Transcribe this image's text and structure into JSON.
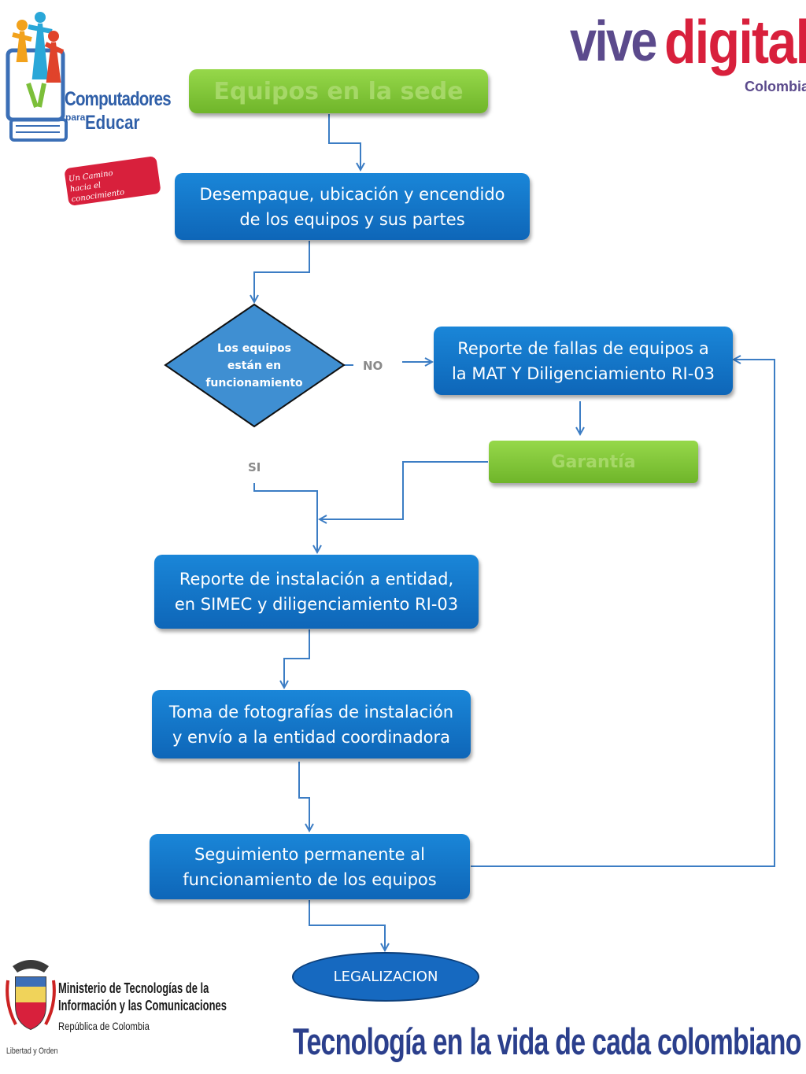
{
  "logos": {
    "cpe_line1": "Computadores",
    "cpe_para": "para",
    "cpe_line2": "Educar",
    "cpe_slogan_1": "Un Camino",
    "cpe_slogan_2": "hacia el conocimiento",
    "vive": "vive",
    "digital": "digital",
    "colombia": "Colombia",
    "ministerio_1": "Ministerio de Tecnologías de la",
    "ministerio_2": "Información y las Comunicaciones",
    "ministerio_3": "República de Colombia",
    "libertad": "Libertad y Orden",
    "slogan": "Tecnología en la vida de cada colombiano"
  },
  "flow": {
    "start": "Equipos en la sede",
    "unpack_1": "Desempaque, ubicación y encendido",
    "unpack_2": "de los equipos y sus partes",
    "decision_1": "Los equipos",
    "decision_2": "están en",
    "decision_3": "funcionamiento",
    "no_label": "NO",
    "si_label": "SI",
    "fault_1": "Reporte de fallas de equipos a",
    "fault_2": "la MAT Y Diligenciamiento RI-03",
    "warranty": "Garantía",
    "install_1": "Reporte de instalación a entidad,",
    "install_2": "en SIMEC y diligenciamiento RI-03",
    "photos_1": "Toma de fotografías de instalación",
    "photos_2": "y envío a la entidad coordinadora",
    "follow_1": "Seguimiento permanente al",
    "follow_2": "funcionamiento de los equipos",
    "end": "LEGALIZACION"
  },
  "colors": {
    "process_blue": "#0e6fc4",
    "start_green": "#7cc23a",
    "connector": "#3c7dc4",
    "decision": "#3f8fd2",
    "vive_purple": "#5b4a8c",
    "digital_red": "#d8203c",
    "slogan_blue": "#2b3f8c"
  }
}
